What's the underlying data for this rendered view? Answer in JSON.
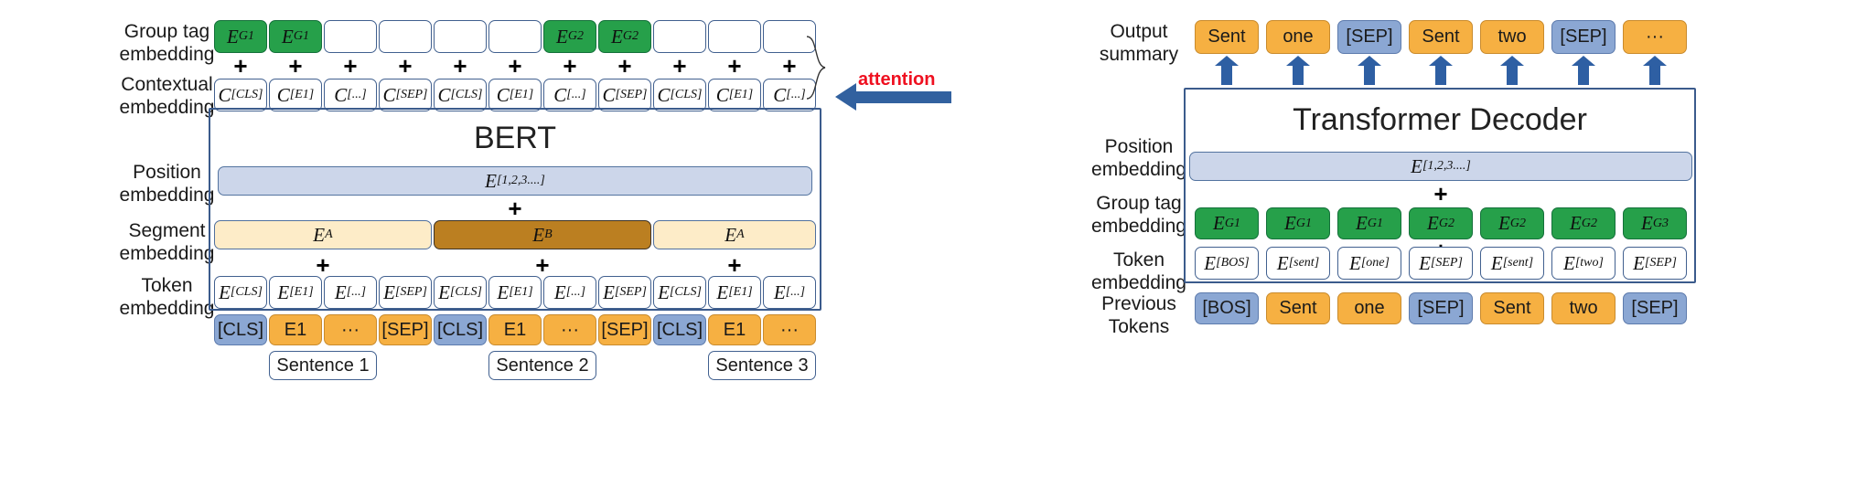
{
  "diagram": {
    "title": "BERT encoder with group tag embeddings and Transformer Decoder",
    "colors": {
      "green": "#26a04a",
      "orange": "#f6b042",
      "blue": "#8ba7d3",
      "position": "#ccd6ea",
      "segment_a": "#fdecc8",
      "segment_b": "#bb7f21",
      "border": "#41608f",
      "attention": "#ef1020",
      "arrow": "#2e5fa3"
    }
  },
  "encoder": {
    "frame_title": "BERT",
    "labels": {
      "group_tag": "Group tag\nembedding",
      "contextual": "Contextual\nembedding",
      "position": "Position\nembedding",
      "segment": "Segment\nembedding",
      "token": "Token\nembedding"
    },
    "group_tag_row": [
      {
        "text": "E",
        "sub": "G1",
        "filled": true
      },
      {
        "text": "E",
        "sub": "G1",
        "filled": true
      },
      {
        "text": "",
        "sub": "",
        "filled": false
      },
      {
        "text": "",
        "sub": "",
        "filled": false
      },
      {
        "text": "",
        "sub": "",
        "filled": false
      },
      {
        "text": "",
        "sub": "",
        "filled": false
      },
      {
        "text": "E",
        "sub": "G2",
        "filled": true
      },
      {
        "text": "E",
        "sub": "G2",
        "filled": true
      },
      {
        "text": "",
        "sub": "",
        "filled": false
      },
      {
        "text": "",
        "sub": "",
        "filled": false
      },
      {
        "text": "",
        "sub": "",
        "filled": false
      }
    ],
    "contextual_row": [
      {
        "text": "C",
        "sub": "[CLS]"
      },
      {
        "text": "C",
        "sub": "[E1]"
      },
      {
        "text": "C",
        "sub": "[...]"
      },
      {
        "text": "C",
        "sub": "[SEP]"
      },
      {
        "text": "C",
        "sub": "[CLS]"
      },
      {
        "text": "C",
        "sub": "[E1]"
      },
      {
        "text": "C",
        "sub": "[...]"
      },
      {
        "text": "C",
        "sub": "[SEP]"
      },
      {
        "text": "C",
        "sub": "[CLS]"
      },
      {
        "text": "C",
        "sub": "[E1]"
      },
      {
        "text": "C",
        "sub": "[...]"
      }
    ],
    "position_embedding": {
      "text": "E",
      "sub": "[1,2,3....]"
    },
    "segment_row": [
      {
        "text": "E",
        "sub": "A",
        "variant": "segA"
      },
      {
        "text": "E",
        "sub": "B",
        "variant": "segB"
      },
      {
        "text": "E",
        "sub": "A",
        "variant": "segA"
      }
    ],
    "token_row": [
      {
        "text": "E",
        "sub": "[CLS]"
      },
      {
        "text": "E",
        "sub": "[E1]"
      },
      {
        "text": "E",
        "sub": "[...]"
      },
      {
        "text": "E",
        "sub": "[SEP]"
      },
      {
        "text": "E",
        "sub": "[CLS]"
      },
      {
        "text": "E",
        "sub": "[E1]"
      },
      {
        "text": "E",
        "sub": "[...]"
      },
      {
        "text": "E",
        "sub": "[SEP]"
      },
      {
        "text": "E",
        "sub": "[CLS]"
      },
      {
        "text": "E",
        "sub": "[E1]"
      },
      {
        "text": "E",
        "sub": "[...]"
      }
    ],
    "input_tokens": [
      {
        "label": "[CLS]",
        "variant": "blue"
      },
      {
        "label": "E1",
        "variant": "orange"
      },
      {
        "label": "···",
        "variant": "orange"
      },
      {
        "label": "[SEP]",
        "variant": "orange"
      },
      {
        "label": "[CLS]",
        "variant": "blue"
      },
      {
        "label": "E1",
        "variant": "orange"
      },
      {
        "label": "···",
        "variant": "orange"
      },
      {
        "label": "[SEP]",
        "variant": "orange"
      },
      {
        "label": "[CLS]",
        "variant": "blue"
      },
      {
        "label": "E1",
        "variant": "orange"
      },
      {
        "label": "···",
        "variant": "orange"
      }
    ],
    "sentences": [
      "Sentence 1",
      "Sentence 2",
      "Sentence 3"
    ],
    "plus_symbol": "+"
  },
  "attention": {
    "label": "attention"
  },
  "decoder": {
    "frame_title": "Transformer Decoder",
    "labels": {
      "output_summary": "Output\nsummary",
      "position": "Position\nembedding",
      "group_tag": "Group tag\nembedding",
      "token": "Token\nembedding",
      "previous_tokens": "Previous\nTokens"
    },
    "output_summary_row": [
      {
        "label": "Sent",
        "variant": "orange"
      },
      {
        "label": "one",
        "variant": "orange"
      },
      {
        "label": "[SEP]",
        "variant": "blue"
      },
      {
        "label": "Sent",
        "variant": "orange"
      },
      {
        "label": "two",
        "variant": "orange"
      },
      {
        "label": "[SEP]",
        "variant": "blue"
      },
      {
        "label": "···",
        "variant": "orange"
      }
    ],
    "position_embedding": {
      "text": "E",
      "sub": "[1,2,3....]"
    },
    "group_tag_row": [
      {
        "text": "E",
        "sub": "G1"
      },
      {
        "text": "E",
        "sub": "G1"
      },
      {
        "text": "E",
        "sub": "G1"
      },
      {
        "text": "E",
        "sub": "G2"
      },
      {
        "text": "E",
        "sub": "G2"
      },
      {
        "text": "E",
        "sub": "G2"
      },
      {
        "text": "E",
        "sub": "G3"
      }
    ],
    "token_row": [
      {
        "text": "E",
        "sub": "[BOS]"
      },
      {
        "text": "E",
        "sub": "[sent]"
      },
      {
        "text": "E",
        "sub": "[one]"
      },
      {
        "text": "E",
        "sub": "[SEP]"
      },
      {
        "text": "E",
        "sub": "[sent]"
      },
      {
        "text": "E",
        "sub": "[two]"
      },
      {
        "text": "E",
        "sub": "[SEP]"
      }
    ],
    "previous_tokens_row": [
      {
        "label": "[BOS]",
        "variant": "blue"
      },
      {
        "label": "Sent",
        "variant": "orange"
      },
      {
        "label": "one",
        "variant": "orange"
      },
      {
        "label": "[SEP]",
        "variant": "blue"
      },
      {
        "label": "Sent",
        "variant": "orange"
      },
      {
        "label": "two",
        "variant": "orange"
      },
      {
        "label": "[SEP]",
        "variant": "blue"
      }
    ],
    "plus_symbol": "+"
  }
}
